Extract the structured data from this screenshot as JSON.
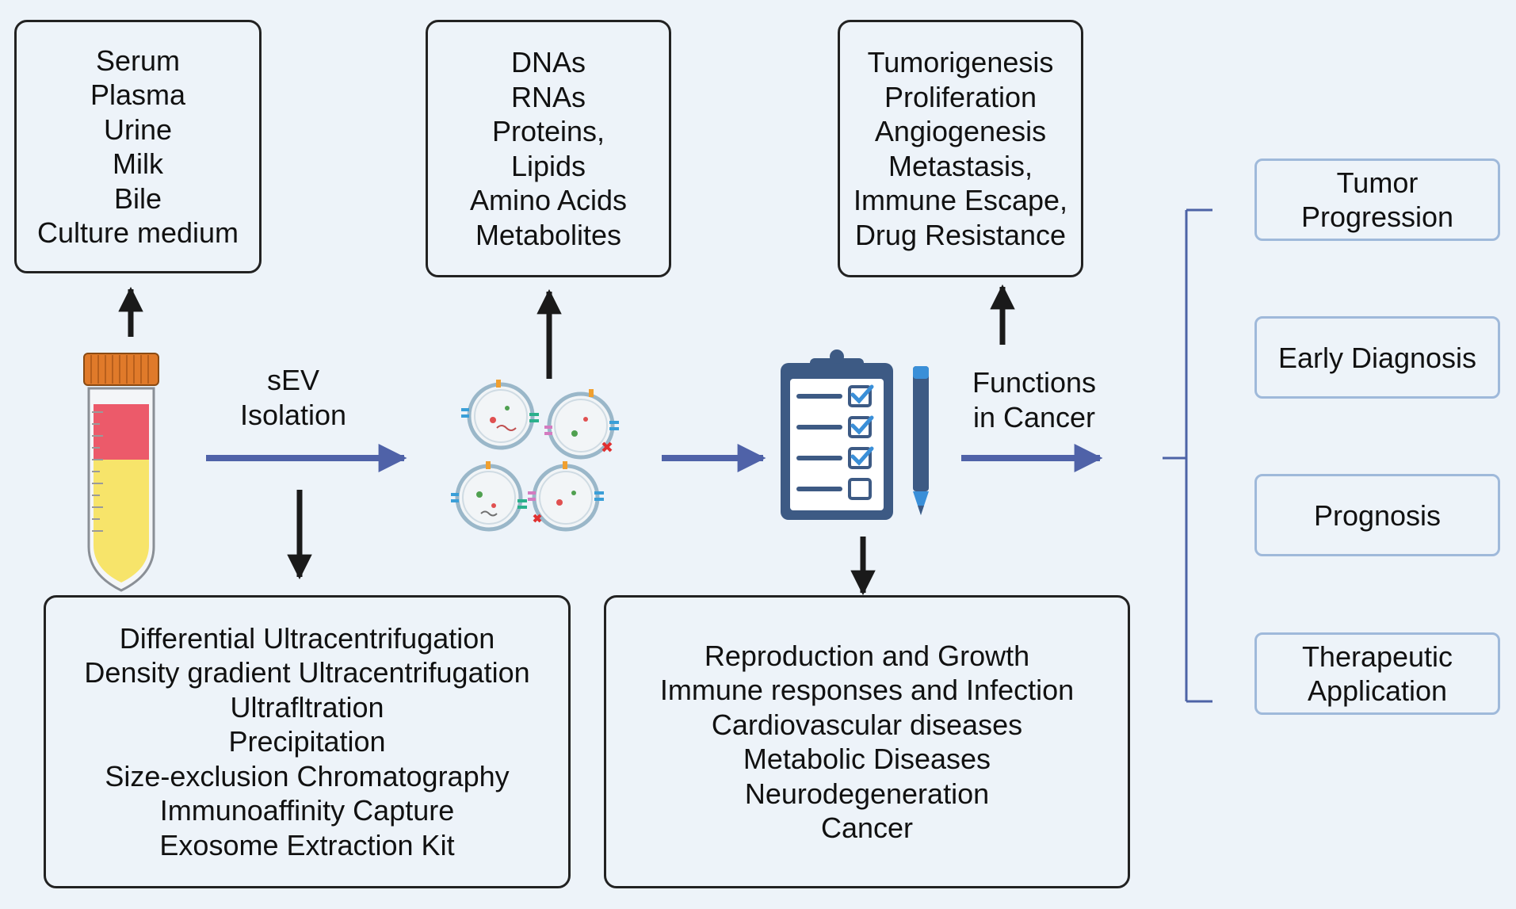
{
  "sources": [
    "Serum",
    "Plasma",
    "Urine",
    "Milk",
    "Bile",
    "Culture medium"
  ],
  "cargo": [
    "DNAs",
    "RNAs",
    "Proteins,",
    "Lipids",
    "Amino Acids",
    "Metabolites"
  ],
  "cancer_functions": [
    "Tumorigenesis",
    "Proliferation",
    "Angiogenesis",
    "Metastasis,",
    "Immune Escape,",
    "Drug Resistance"
  ],
  "isolation_methods": [
    "Differential Ultracentrifugation",
    "Density gradient Ultracentrifugation",
    "Ultrafltration",
    "Precipitation",
    "Size-exclusion Chromatography",
    "Immunoaffinity Capture",
    "Exosome Extraction Kit"
  ],
  "physiological_roles": [
    "Reproduction and Growth",
    "Immune responses and Infection",
    "Cardiovascular diseases",
    "Metabolic  Diseases",
    "Neurodegeneration",
    "Cancer"
  ],
  "sev_isolation_label": [
    "sEV",
    "Isolation"
  ],
  "functions_label": [
    "Functions",
    "in Cancer"
  ],
  "applications": [
    [
      "Tumor",
      "Progression"
    ],
    [
      "Early Diagnosis"
    ],
    [
      "Prognosis"
    ],
    [
      "Therapeutic",
      "Application"
    ]
  ],
  "colors": {
    "arrow_blue": "#4f62a8",
    "arrow_black": "#1a1a1a",
    "bracket": "#4d63a6",
    "app_box_border": "#9fb9da",
    "tube_cap": "#e07a2a",
    "tube_red": "#ec5a6a",
    "tube_yellow": "#f7e46a",
    "clipboard": "#3d5a84",
    "clipboard_inner": "#ffffff"
  }
}
